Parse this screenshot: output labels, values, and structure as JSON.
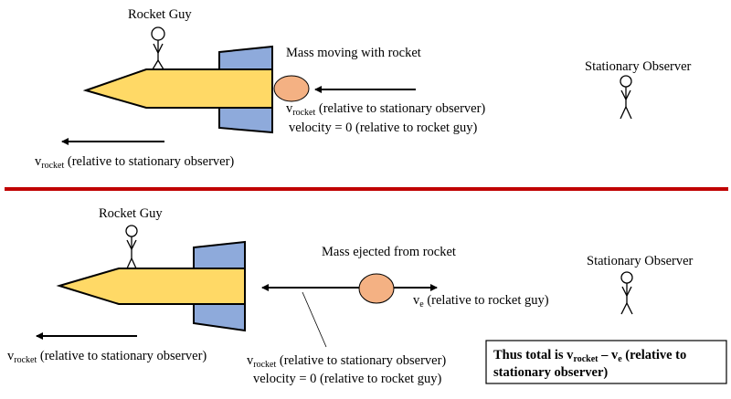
{
  "colors": {
    "rocket_body": "#ffd966",
    "fin": "#8eaadb",
    "mass": "#f4b183",
    "divider": "#c00000"
  },
  "top": {
    "rocket_guy_label": "Rocket Guy",
    "mass_label": "Mass moving with rocket",
    "mass_velocity": {
      "v": "v",
      "sub": "rocket",
      "rest": " (relative to stationary observer)"
    },
    "mass_velocity_rel": "velocity = 0 (relative to rocket guy)",
    "rocket_velocity": {
      "v": "v",
      "sub": "rocket",
      "rest": " (relative to stationary observer)"
    },
    "observer_label": "Stationary Observer"
  },
  "bottom": {
    "rocket_guy_label": "Rocket Guy",
    "mass_label": "Mass ejected from rocket",
    "ve_label": {
      "v": "v",
      "sub": "e",
      "rest": " (relative to rocket guy)"
    },
    "mass_velocity": {
      "v": "v",
      "sub": "rocket",
      "rest": " (relative to stationary observer)"
    },
    "mass_velocity_rel": "velocity = 0 (relative to rocket guy)",
    "rocket_velocity": {
      "v": "v",
      "sub": "rocket",
      "rest": " (relative to stationary observer)"
    },
    "observer_label": "Stationary Observer",
    "conclusion": {
      "line1_a": "Thus total is v",
      "sub1": "rocket",
      "mid": " – v",
      "sub2": "e",
      "line1_b": " (relative to",
      "line2": "stationary observer)"
    }
  }
}
